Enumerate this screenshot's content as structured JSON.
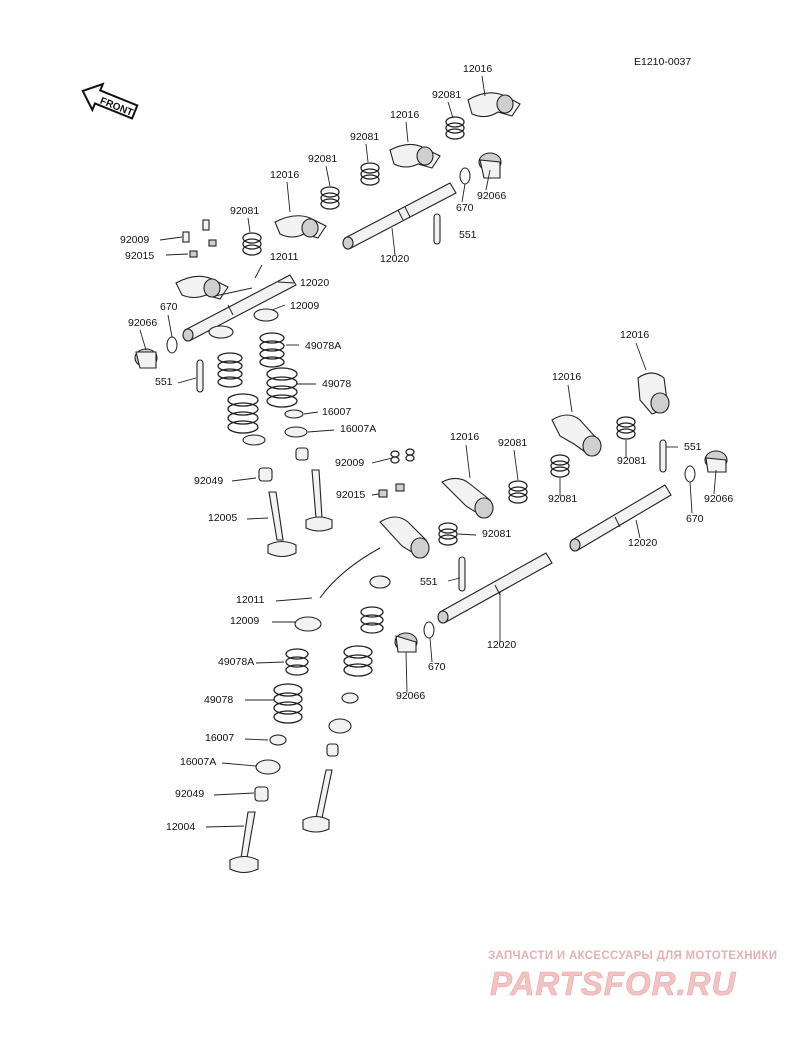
{
  "diagram_code": "E1210-0037",
  "front_label": "FRONT",
  "watermark": {
    "caption": "ЗАПЧАСТИ И АКСЕССУАРЫ ДЛЯ МОТОТЕХНИКИ",
    "logo_text": "PARTSFOR.RU",
    "color": "#e7b0b0"
  },
  "callouts": [
    "12016",
    "92081",
    "12016",
    "92081",
    "92081",
    "92066",
    "12016",
    "670",
    "92081",
    "551",
    "92009",
    "12020",
    "92015",
    "12011",
    "12020",
    "670",
    "12009",
    "92066",
    "49078A",
    "551",
    "49078",
    "16007",
    "16007A",
    "12016",
    "12016",
    "12016",
    "92081",
    "92009",
    "551",
    "92081",
    "92049",
    "92015",
    "92081",
    "92066",
    "12005",
    "670",
    "12020",
    "92081",
    "551",
    "12011",
    "12009",
    "12020",
    "49078A",
    "670",
    "49078",
    "92066",
    "16007",
    "16007A",
    "92049",
    "12004"
  ]
}
